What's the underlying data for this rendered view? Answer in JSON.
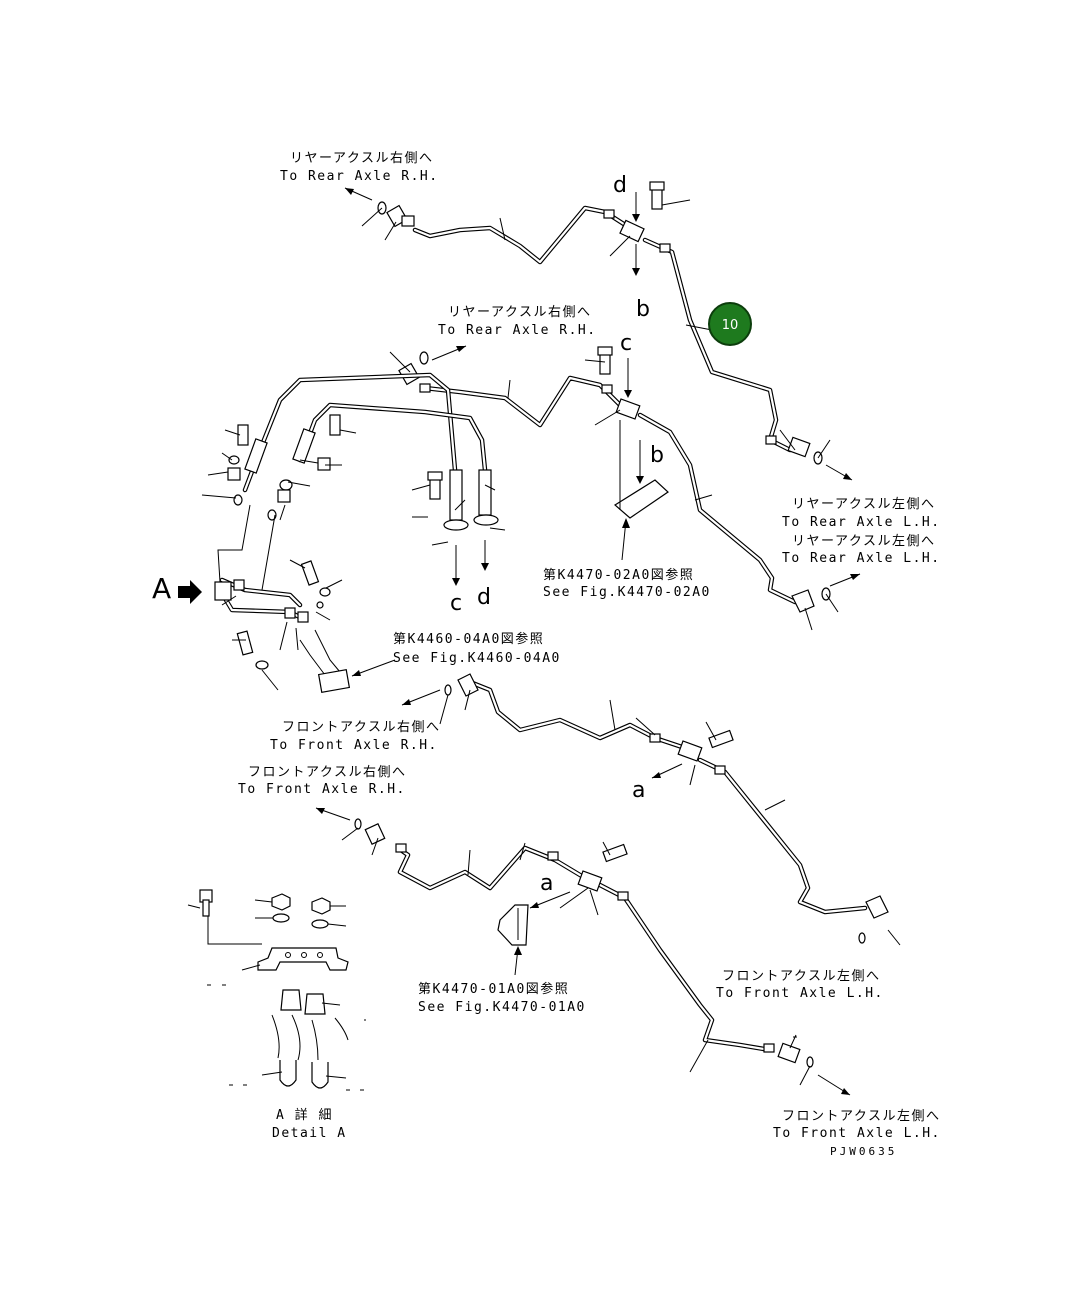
{
  "labels": {
    "rear_rh_1_jp": "リヤーアクスル右側へ",
    "rear_rh_1_en": "To Rear Axle R.H.",
    "rear_rh_2_jp": "リヤーアクスル右側へ",
    "rear_rh_2_en": "To Rear Axle R.H.",
    "rear_lh_1_jp": "リヤーアクスル左側へ",
    "rear_lh_1_en": "To Rear Axle L.H.",
    "rear_lh_2_jp": "リヤーアクスル左側へ",
    "rear_lh_2_en": "To Rear Axle L.H.",
    "front_rh_1_jp": "フロントアクスル右側へ",
    "front_rh_1_en": "To Front Axle R.H.",
    "front_rh_2_jp": "フロントアクスル右側へ",
    "front_rh_2_en": "To Front Axle R.H.",
    "front_lh_1_jp": "フロントアクスル左側へ",
    "front_lh_1_en": "To Front Axle L.H.",
    "front_lh_2_jp": "フロントアクスル左側へ",
    "front_lh_2_en": "To Front Axle L.H.",
    "ref_02a0_jp": "第K4470-02A0図参照",
    "ref_02a0_en": "See Fig.K4470-02A0",
    "ref_04a0_jp": "第K4460-04A0図参照",
    "ref_04a0_en": "See Fig.K4460-04A0",
    "ref_01a0_jp": "第K4470-01A0図参照",
    "ref_01a0_en": "See Fig.K4470-01A0",
    "detail_jp": "A 詳 細",
    "detail_en": "Detail A",
    "drawing_code": "PJW0635"
  },
  "view_letters": {
    "A": "A",
    "a1": "a",
    "a2": "a",
    "b1": "b",
    "b2": "b",
    "c1": "c",
    "c2": "c",
    "d1": "d",
    "d2": "d"
  },
  "callout": {
    "number": "10",
    "fill_color": "#1e7a1e",
    "text_color": "#ffffff"
  }
}
